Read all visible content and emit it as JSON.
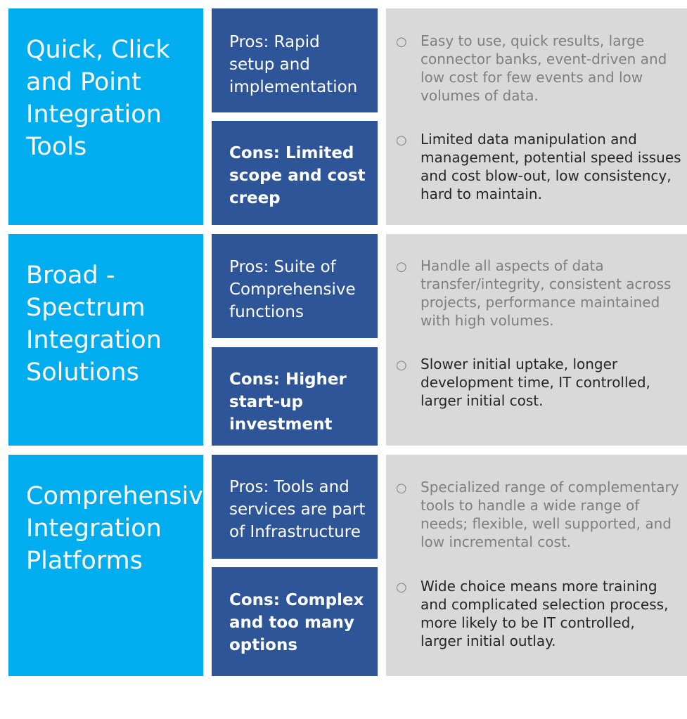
{
  "rows": [
    {
      "title": [
        "Quick, Click",
        "and Point",
        "Integration",
        "Tools"
      ],
      "pros_label": [
        "Pros: Rapid",
        "setup and",
        "implementation"
      ],
      "cons_label": [
        "Cons: Limited",
        "scope and cost",
        "creep"
      ],
      "pros_detail": [
        "Easy to use, quick results, large",
        "connector banks, event-driven and",
        "low cost for few events and low",
        "volumes of data."
      ],
      "cons_detail": [
        "Limited data manipulation and",
        "management, potential speed issues",
        "and cost blow-out, low consistency,",
        "hard to maintain."
      ]
    },
    {
      "title": [
        "Broad -",
        "Spectrum",
        "Integration",
        "Solutions"
      ],
      "pros_label": [
        "Pros: Suite of",
        "Comprehensive",
        "functions"
      ],
      "cons_label": [
        "Cons: Higher",
        "start-up",
        "investment"
      ],
      "pros_detail": [
        "Handle all aspects of data",
        "transfer/integrity, consistent across",
        "projects, performance maintained",
        "with high volumes."
      ],
      "cons_detail": [
        "Slower initial uptake, longer",
        "development time, IT controlled,",
        "larger initial cost."
      ]
    },
    {
      "title": [
        "Comprehensive",
        "Integration",
        "Platforms"
      ],
      "pros_label": [
        "Pros: Tools and",
        "services are part",
        "of Infrastructure"
      ],
      "cons_label": [
        "Cons: Complex",
        "and too many",
        "options"
      ],
      "pros_detail": [
        "Specialized range of complementary",
        "tools to handle a wide range of",
        "needs; flexible, well supported, and",
        "low incremental cost."
      ],
      "cons_detail": [
        "Wide choice means more training",
        "and complicated selection process,",
        "more likely to be IT controlled,",
        "larger initial outlay."
      ]
    }
  ],
  "bullet_glyph": "○"
}
